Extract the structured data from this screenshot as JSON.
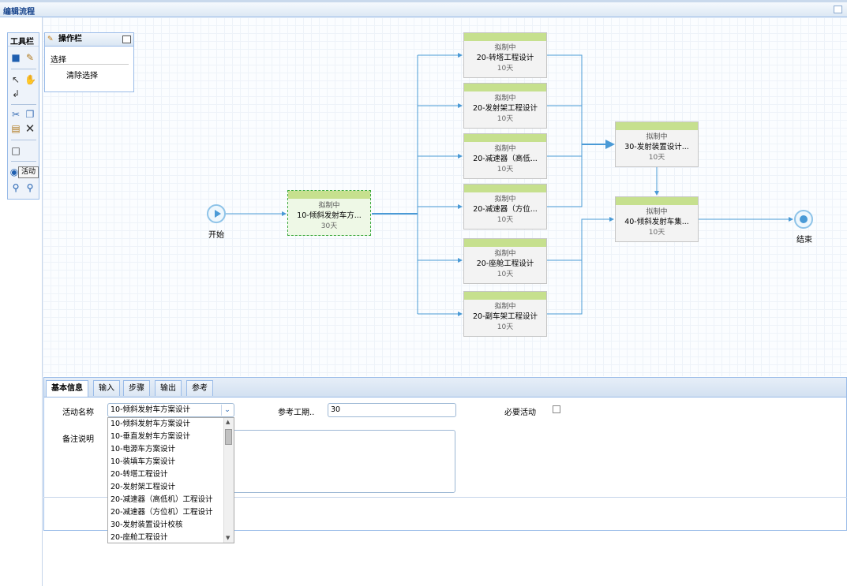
{
  "window": {
    "title": "编辑流程"
  },
  "toolbar": {
    "title": "工具栏",
    "icons": [
      "save-icon",
      "edit-icon",
      "pointer-icon",
      "hand-icon",
      "connector-icon",
      "cut-icon",
      "copy-icon",
      "paste-icon",
      "delete-icon",
      "rectangle-icon",
      "activity-icon",
      "zoom-out-icon",
      "zoom-in-icon"
    ],
    "tooltip": "活动"
  },
  "opbar": {
    "title": "操作栏",
    "select_label": "选择",
    "clear_label": "清除选择"
  },
  "flow": {
    "start_label": "开始",
    "end_label": "结束",
    "nodes": [
      {
        "status": "拟制中",
        "name": "10-倾斜发射车方...",
        "duration": "30天"
      },
      {
        "status": "拟制中",
        "name": "20-转塔工程设计",
        "duration": "10天"
      },
      {
        "status": "拟制中",
        "name": "20-发射架工程设计",
        "duration": "10天"
      },
      {
        "status": "拟制中",
        "name": "20-减速器（高低...",
        "duration": "10天"
      },
      {
        "status": "拟制中",
        "name": "20-减速器（方位...",
        "duration": "10天"
      },
      {
        "status": "拟制中",
        "name": "20-座舱工程设计",
        "duration": "10天"
      },
      {
        "status": "拟制中",
        "name": "20-副车架工程设计",
        "duration": "10天"
      },
      {
        "status": "拟制中",
        "name": "30-发射装置设计...",
        "duration": "10天"
      },
      {
        "status": "拟制中",
        "name": "40-倾斜发射车集...",
        "duration": "10天"
      }
    ],
    "accent": "#c6e08e",
    "line_color": "#4a9ad6"
  },
  "panel": {
    "tabs": [
      "基本信息",
      "输入",
      "步骤",
      "输出",
      "参考"
    ],
    "active_tab": "基本信息",
    "activity_name_label": "活动名称",
    "activity_name_value": "10-倾斜发射车方案设计",
    "ref_period_label": "参考工期..",
    "ref_period_value": "30",
    "required_label": "必要活动",
    "required_checked": false,
    "note_label": "备注说明"
  },
  "dropdown": {
    "options": [
      "10-倾斜发射车方案设计",
      "10-垂直发射车方案设计",
      "10-电源车方案设计",
      "10-装填车方案设计",
      "20-转塔工程设计",
      "20-发射架工程设计",
      "20-减速器（高低机）工程设计",
      "20-减速器（方位机）工程设计",
      "30-发射装置设计校核",
      "20-座舱工程设计"
    ]
  }
}
